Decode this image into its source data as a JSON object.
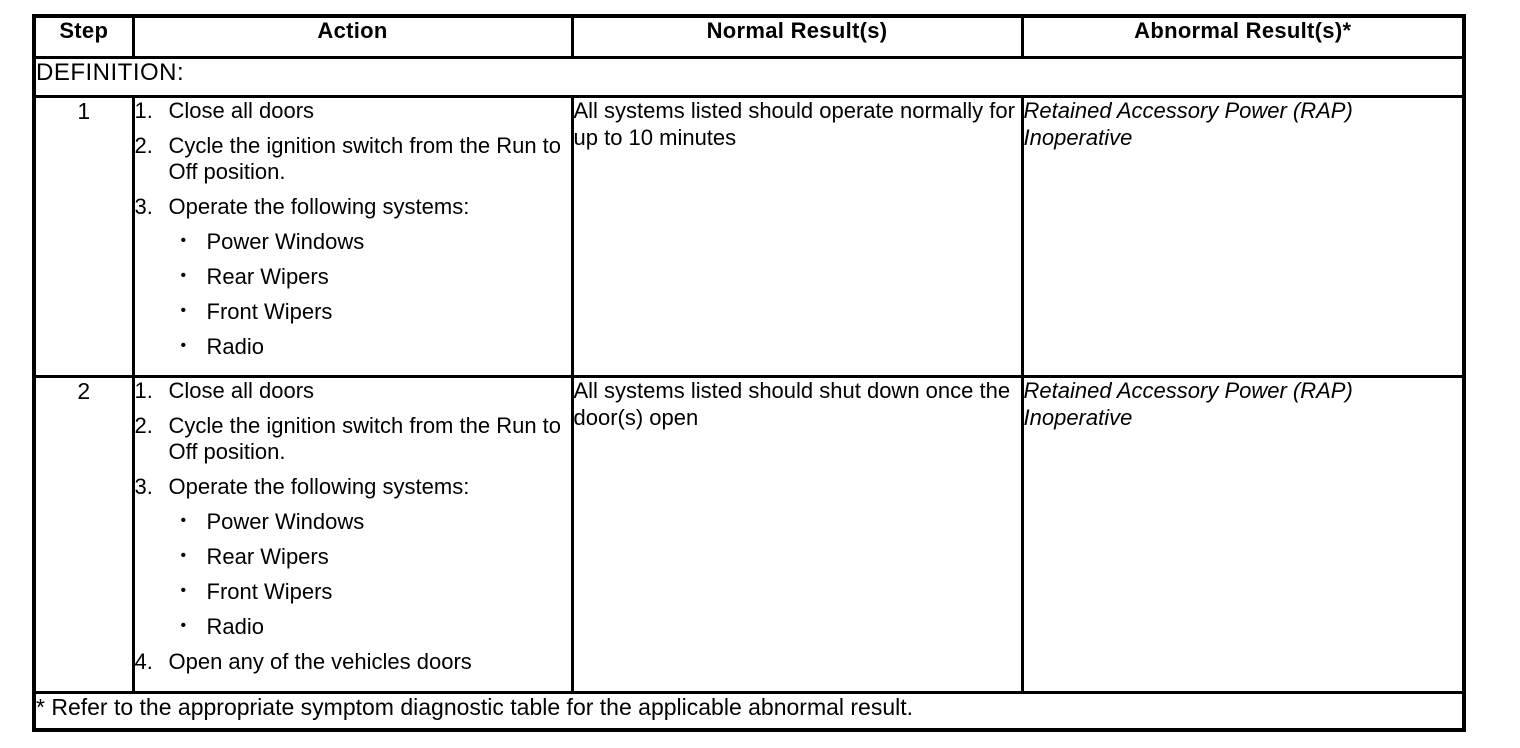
{
  "page": {
    "paper_color": "#ffffff",
    "ink_color": "#000000"
  },
  "table": {
    "headers": [
      "Step",
      "Action",
      "Normal Result(s)",
      "Abnormal Result(s)*"
    ],
    "definition_label": "DEFINITION:",
    "rows": [
      {
        "step": "1",
        "action": [
          {
            "marker": "1.",
            "text": "Close all doors",
            "style": "num"
          },
          {
            "marker": "2.",
            "text": "Cycle the ignition switch from the Run to Off position.",
            "style": "num"
          },
          {
            "marker": "3.",
            "text": "Operate the following systems:",
            "style": "num"
          },
          {
            "marker": "•",
            "text": "Power Windows",
            "style": "bullet"
          },
          {
            "marker": "•",
            "text": "Rear Wipers",
            "style": "bullet"
          },
          {
            "marker": "•",
            "text": "Front Wipers",
            "style": "bullet"
          },
          {
            "marker": "•",
            "text": "Radio",
            "style": "bullet"
          }
        ],
        "normal": "All systems listed should operate normally for up to 10 minutes",
        "abnormal": "Retained Accessory Power (RAP) Inoperative"
      },
      {
        "step": "2",
        "action": [
          {
            "marker": "1.",
            "text": "Close all doors",
            "style": "num"
          },
          {
            "marker": "2.",
            "text": "Cycle the ignition switch from the Run to Off position.",
            "style": "num"
          },
          {
            "marker": "3.",
            "text": "Operate the following systems:",
            "style": "num"
          },
          {
            "marker": "•",
            "text": "Power Windows",
            "style": "bullet"
          },
          {
            "marker": "•",
            "text": "Rear Wipers",
            "style": "bullet"
          },
          {
            "marker": "•",
            "text": "Front Wipers",
            "style": "bullet"
          },
          {
            "marker": "•",
            "text": "Radio",
            "style": "bullet"
          },
          {
            "marker": "4.",
            "text": "Open any of the vehicles doors",
            "style": "num"
          }
        ],
        "normal": "All systems listed should shut down once the door(s) open",
        "abnormal": "Retained Accessory Power (RAP) Inoperative"
      }
    ],
    "footnote": "* Refer to the appropriate symptom diagnostic table for the applicable abnormal result."
  }
}
